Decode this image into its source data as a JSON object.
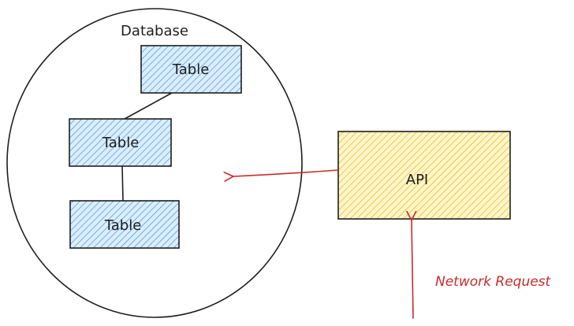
{
  "diagram": {
    "database": {
      "label": "Database",
      "tables": [
        {
          "label": "Table"
        },
        {
          "label": "Table"
        },
        {
          "label": "Table"
        }
      ]
    },
    "api": {
      "label": "API"
    },
    "network_request": {
      "label": "Network Request"
    }
  },
  "colors": {
    "stroke": "#1e1e1e",
    "table_fill": "#a5d8ff",
    "table_hatch": "#4a90d9",
    "api_fill": "#ffec99",
    "api_hatch": "#f0b400",
    "arrow": "#c92a2a"
  }
}
